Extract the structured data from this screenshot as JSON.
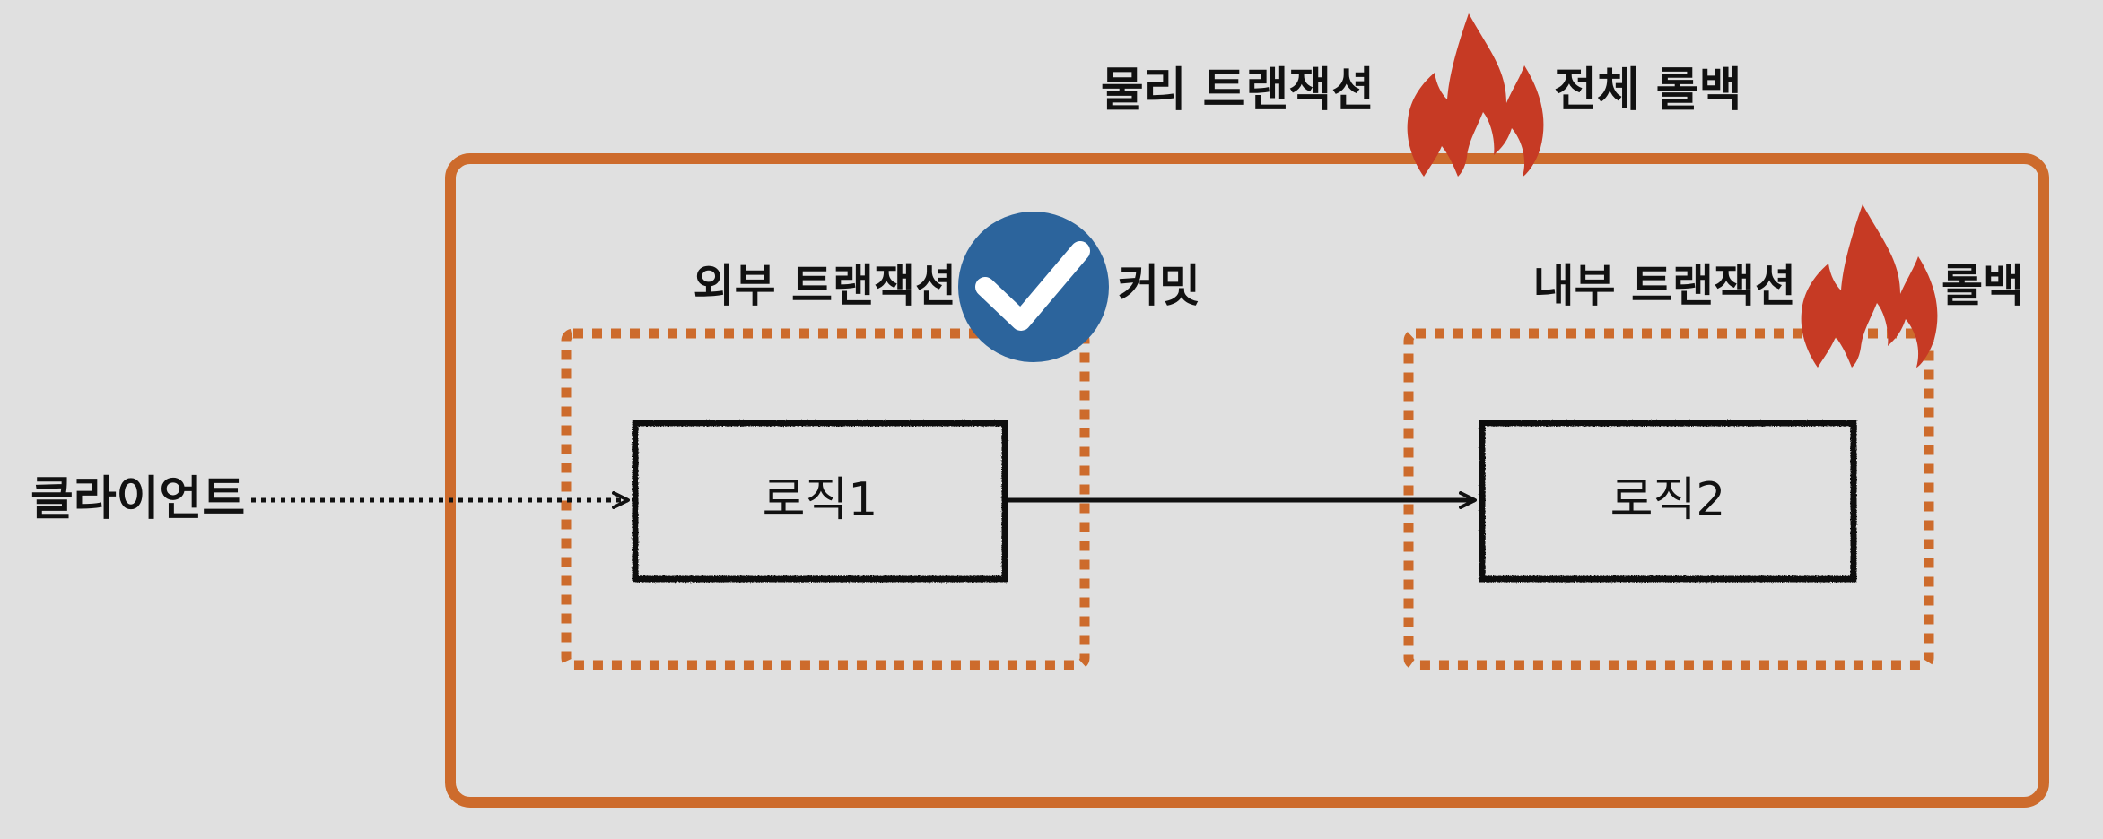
{
  "diagram": {
    "client_label": "클라이언트",
    "physical_tx": {
      "label": "물리 트랜잭션",
      "result_label": "전체 롤백",
      "result_icon": "fire-icon"
    },
    "outer_tx": {
      "label": "외부 트랜잭션",
      "result_label": "커밋",
      "result_icon": "check-circle-icon"
    },
    "inner_tx": {
      "label": "내부 트랜잭션",
      "result_label": "롤백",
      "result_icon": "fire-icon"
    },
    "logic1": {
      "label": "로직1"
    },
    "logic2": {
      "label": "로직2"
    }
  },
  "colors": {
    "background": "#e0e0e0",
    "physical_border": "#cd6b2c",
    "logical_border": "#cd6b2c",
    "logic_border": "#111111",
    "fire": "#c63a24",
    "check_circle": "#2c649c",
    "check_mark": "#ffffff",
    "text": "#111111"
  }
}
